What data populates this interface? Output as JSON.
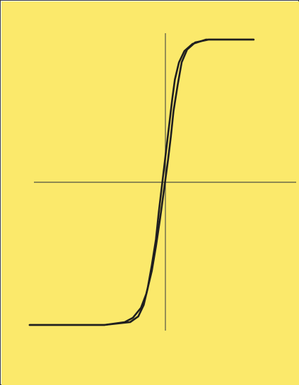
{
  "colors": {
    "background": "#fbe96b",
    "axis": "#6b6b4a",
    "curve": "#1f1f1f"
  },
  "chart_data": {
    "type": "line",
    "title": "",
    "xlabel": "",
    "ylabel": "",
    "grid": false,
    "legend": "none",
    "axes_visible": true,
    "tick_labels_visible": false,
    "xlim": [
      -1.0,
      1.0
    ],
    "ylim": [
      -1.0,
      1.0
    ],
    "series": [
      {
        "values_kind": "hysteresis-loop-ascending",
        "x": [
          -1.0,
          -0.45,
          -0.3,
          -0.24,
          -0.18,
          -0.14,
          -0.1,
          -0.07,
          -0.04,
          -0.02,
          0.0,
          0.02,
          0.04,
          0.06,
          0.09,
          0.12,
          0.16,
          0.22,
          0.32,
          0.65
        ],
        "y": [
          -1.0,
          -1.0,
          -0.98,
          -0.95,
          -0.88,
          -0.78,
          -0.62,
          -0.45,
          -0.26,
          -0.12,
          0.02,
          0.16,
          0.32,
          0.5,
          0.68,
          0.84,
          0.93,
          0.98,
          1.0,
          1.0
        ]
      },
      {
        "values_kind": "hysteresis-loop-descending",
        "x": [
          0.65,
          0.3,
          0.2,
          0.14,
          0.1,
          0.07,
          0.05,
          0.03,
          0.01,
          -0.01,
          -0.03,
          -0.05,
          -0.07,
          -0.1,
          -0.13,
          -0.16,
          -0.2,
          -0.26,
          -0.45,
          -1.0
        ],
        "y": [
          1.0,
          1.0,
          0.97,
          0.92,
          0.84,
          0.72,
          0.58,
          0.42,
          0.26,
          0.1,
          -0.06,
          -0.22,
          -0.4,
          -0.58,
          -0.74,
          -0.86,
          -0.94,
          -0.98,
          -1.0,
          -1.0
        ]
      }
    ]
  }
}
